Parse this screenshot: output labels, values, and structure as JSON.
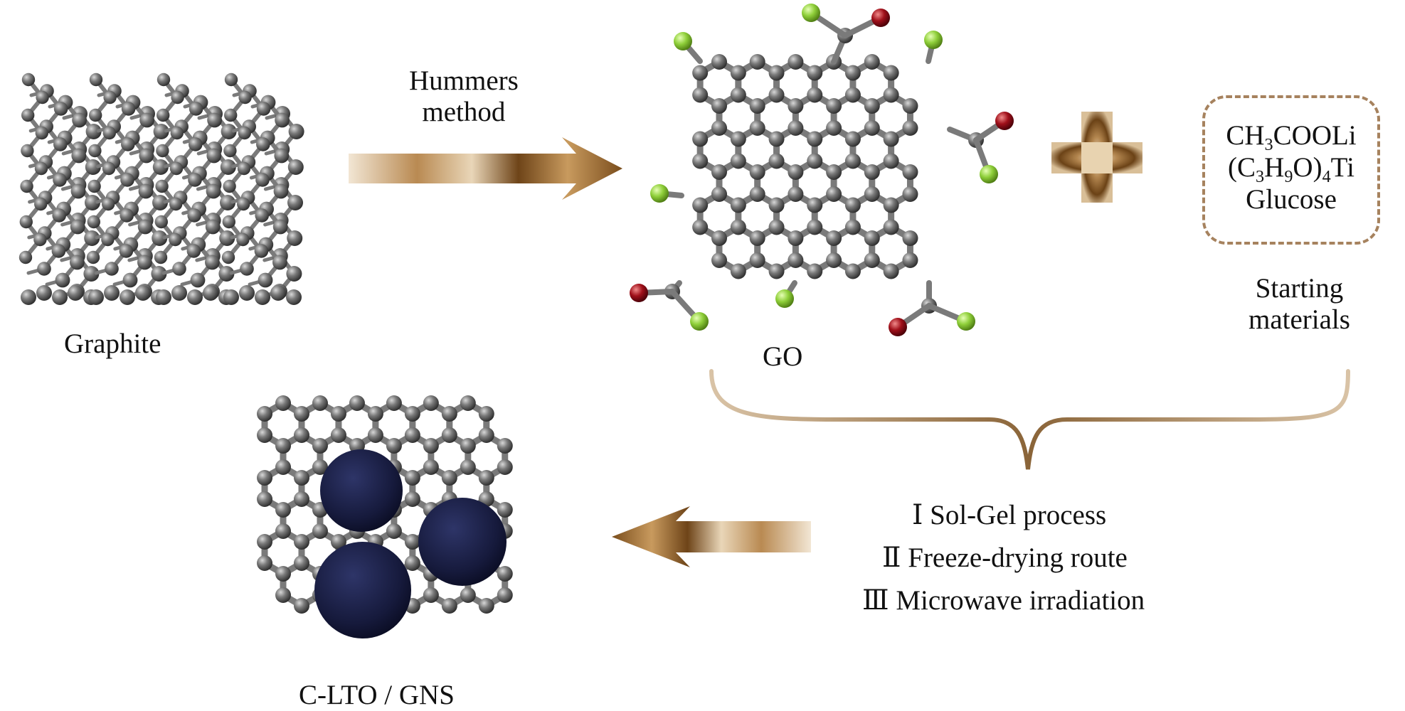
{
  "labels": {
    "graphite": "Graphite",
    "hummers": [
      "Hummers",
      "method"
    ],
    "go": "GO",
    "starting": [
      "Starting",
      "materials"
    ],
    "product": "C-LTO / GNS"
  },
  "starting_materials": [
    [
      {
        "t": "CH"
      },
      {
        "t": "3",
        "sub": true
      },
      {
        "t": "COOLi"
      }
    ],
    [
      {
        "t": "(C"
      },
      {
        "t": "3",
        "sub": true
      },
      {
        "t": "H"
      },
      {
        "t": "9",
        "sub": true
      },
      {
        "t": "O)"
      },
      {
        "t": "4",
        "sub": true
      },
      {
        "t": "Ti"
      }
    ],
    [
      {
        "t": "Glucose"
      }
    ]
  ],
  "processes": [
    "Ⅰ Sol-Gel process",
    "Ⅱ Freeze-drying route",
    "Ⅲ Microwave irradiation"
  ],
  "colors": {
    "atom": "#6d6d6d",
    "bond": "#7a7a7a",
    "oxygen": "#a0101a",
    "functional": "#8fcf3a",
    "particle": "#1a1f45",
    "arrow_dark": "#8a5a22",
    "arrow_light": "#f2e6d4",
    "brace": "#a6825e"
  }
}
